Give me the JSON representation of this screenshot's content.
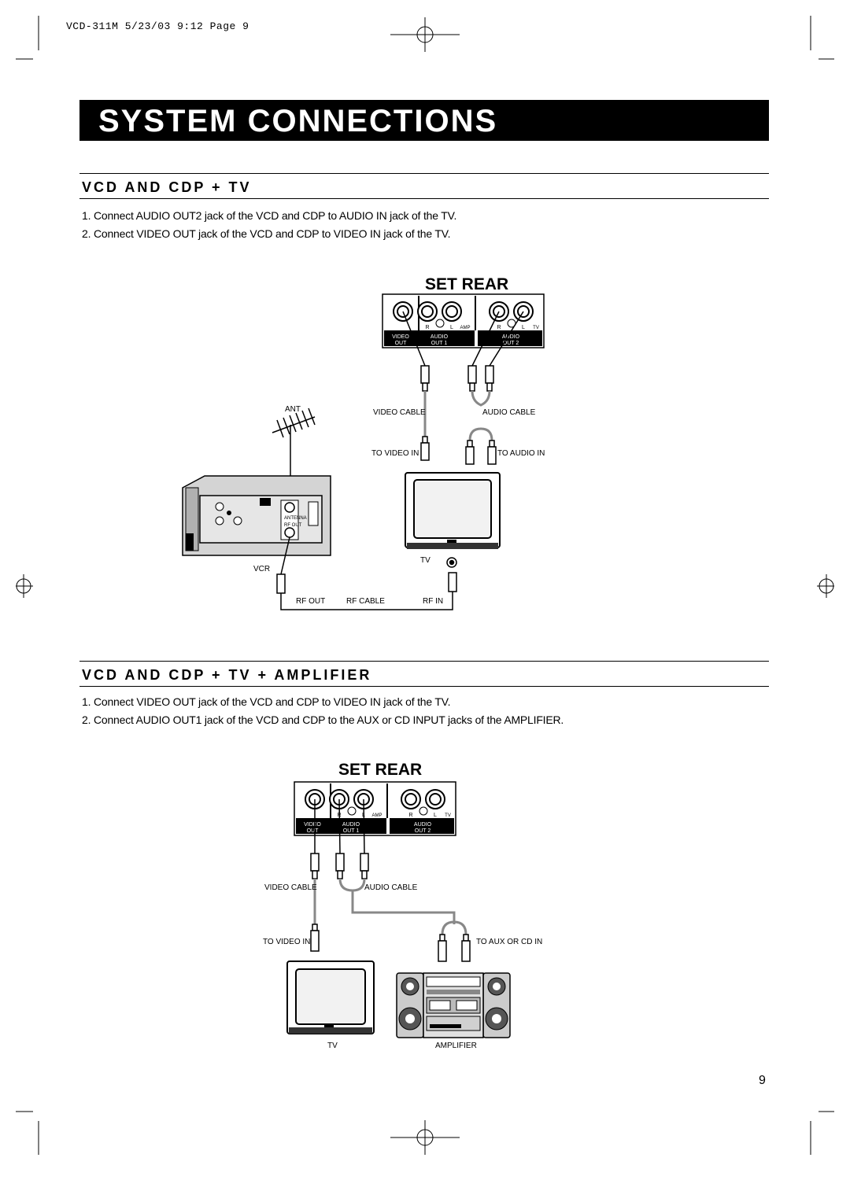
{
  "header": {
    "slug": "VCD-311M  5/23/03  9:12  Page 9"
  },
  "title": "SYSTEM CONNECTIONS",
  "section1": {
    "heading": "VCD AND CDP + TV",
    "steps": [
      "1. Connect AUDIO OUT2 jack of the VCD and CDP to AUDIO IN jack of the TV.",
      "2. Connect VIDEO OUT jack of the VCD and CDP to VIDEO IN jack of the TV."
    ],
    "diagram": {
      "set_rear": "SET REAR",
      "jack_labels": {
        "r": "R",
        "l": "L",
        "amp": "AMP",
        "tv": "TV"
      },
      "panel_labels": {
        "video": "VIDEO",
        "out": "OUT",
        "audio": "AUDIO",
        "out1": "OUT 1",
        "out2": "OUT 2"
      },
      "video_cable": "VIDEO CABLE",
      "audio_cable": "AUDIO CABLE",
      "to_video_in": "TO VIDEO IN",
      "to_audio_in": "TO AUDIO IN",
      "ant": "ANT",
      "vcr": "VCR",
      "tv": "TV",
      "antenna": "ANTENNA",
      "rf_out_small": "RF OUT",
      "rf_out": "RF OUT",
      "rf_cable": "RF CABLE",
      "rf_in": "RF IN"
    }
  },
  "section2": {
    "heading": "VCD AND CDP + TV + AMPLIFIER",
    "steps": [
      "1. Connect VIDEO OUT jack of the VCD and CDP to VIDEO IN jack of the TV.",
      "2. Connect AUDIO OUT1 jack of the VCD and CDP to the AUX or CD INPUT jacks of the AMPLIFIER."
    ],
    "diagram": {
      "set_rear": "SET REAR",
      "jack_labels": {
        "r": "R",
        "l": "L",
        "amp": "AMP",
        "tv": "TV"
      },
      "panel_labels": {
        "video": "VIDEO",
        "out": "OUT",
        "audio": "AUDIO",
        "out1": "OUT 1",
        "out2": "OUT 2"
      },
      "video_cable": "VIDEO CABLE",
      "audio_cable": "AUDIO CABLE",
      "to_video_in": "TO VIDEO IN",
      "to_aux": "TO AUX OR CD IN",
      "tv": "TV",
      "amplifier": "AMPLIFIER"
    }
  },
  "page_number": "9"
}
